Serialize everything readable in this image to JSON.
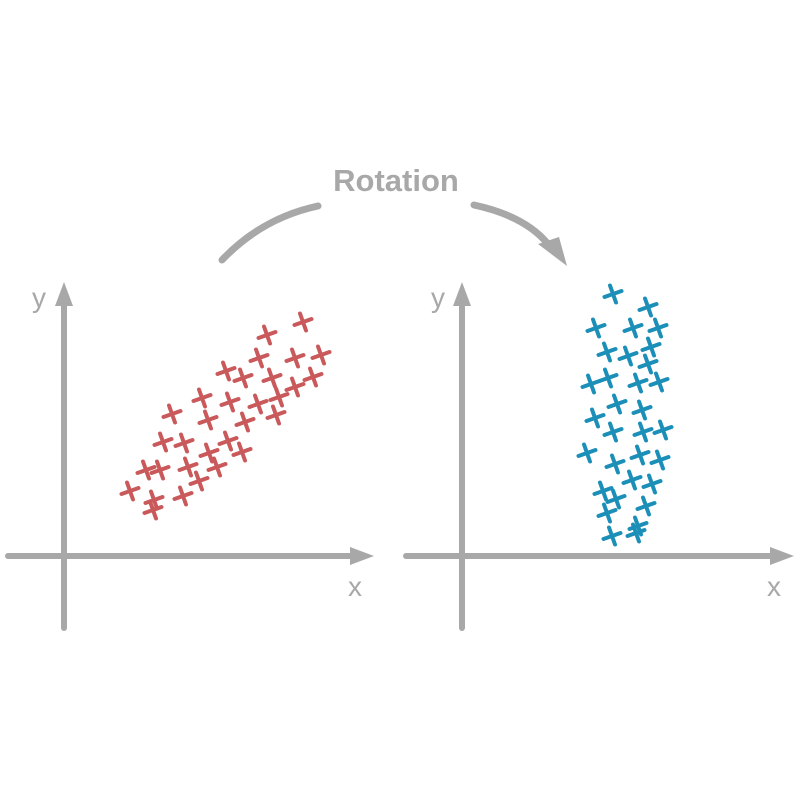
{
  "diagram": {
    "title": "Rotation",
    "colors": {
      "axis": "#a8a8a8",
      "arrow": "#a8a8a8",
      "label": "#a8a8a8",
      "before": "#c9595b",
      "after": "#1b8fb8"
    },
    "left_plot": {
      "x_label": "x",
      "y_label": "y",
      "marker": "plus-marker"
    },
    "right_plot": {
      "x_label": "x",
      "y_label": "y",
      "marker": "plus-marker"
    }
  }
}
